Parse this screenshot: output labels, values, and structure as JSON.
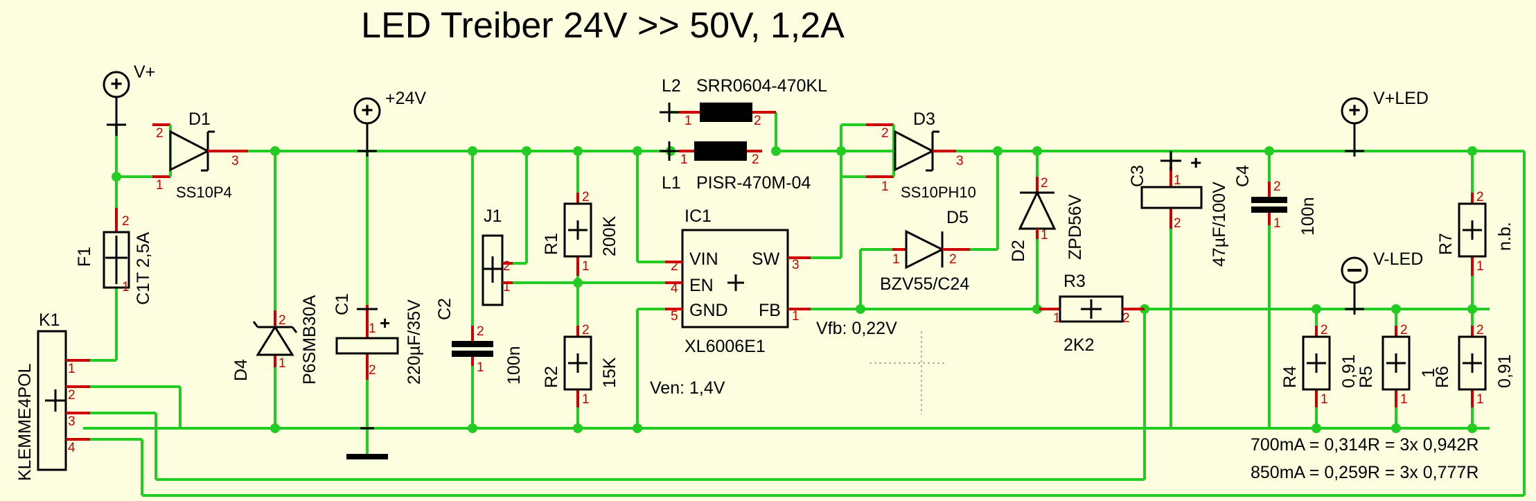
{
  "title": "LED Treiber 24V >> 50V, 1,2A",
  "supplies": {
    "vplus": "V+",
    "p24": "+24V",
    "vled_plus": "V+LED",
    "vled_minus": "V-LED"
  },
  "d1": {
    "ref": "D1",
    "value": "SS10P4"
  },
  "f1": {
    "ref": "F1",
    "value": "C1T 2,5A"
  },
  "k1": {
    "ref": "K1",
    "value": "KLEMME4POL"
  },
  "d4": {
    "ref": "D4",
    "value": "P6SMB30A"
  },
  "c1": {
    "ref": "C1",
    "value": "220µF/35V"
  },
  "c2": {
    "ref": "C2",
    "value": "100n"
  },
  "j1": {
    "ref": "J1"
  },
  "r1": {
    "ref": "R1",
    "value": "200K"
  },
  "r2": {
    "ref": "R2",
    "value": "15K"
  },
  "l2": {
    "ref": "L2",
    "value": "SRR0604-470KL"
  },
  "l1": {
    "ref": "L1",
    "value": "PISR-470M-04"
  },
  "ic1": {
    "ref": "IC1",
    "value": "XL6006E1",
    "pin_vin": "VIN",
    "pin_en": "EN",
    "pin_gnd": "GND",
    "pin_sw": "SW",
    "pin_fb": "FB"
  },
  "d3": {
    "ref": "D3",
    "value": "SS10PH10"
  },
  "d5": {
    "ref": "D5",
    "value": "BZV55/C24"
  },
  "d2": {
    "ref": "D2",
    "value": "ZPD56V"
  },
  "r3": {
    "ref": "R3",
    "value": "2K2"
  },
  "c3": {
    "ref": "C3",
    "value": "47µF/100V"
  },
  "c4": {
    "ref": "C4",
    "value": "100n"
  },
  "r7": {
    "ref": "R7",
    "value": "n.b."
  },
  "r4": {
    "ref": "R4",
    "value": "0,91"
  },
  "r5": {
    "ref": "R5",
    "value": "1"
  },
  "r6": {
    "ref": "R6",
    "value": "0,91"
  },
  "notes": {
    "vfb": "Vfb: 0,22V",
    "ven": "Ven: 1,4V",
    "i700": "700mA = 0,314R = 3x 0,942R",
    "i850": "850mA = 0,259R = 3x 0,777R"
  },
  "pin_numbers": {
    "p1": "1",
    "p2": "2",
    "p3": "3",
    "p4": "4",
    "p5": "5"
  },
  "colors": {
    "background": "#fdfde0",
    "wire": "#22cc22",
    "pin": "#cc0000",
    "body": "#000000"
  }
}
